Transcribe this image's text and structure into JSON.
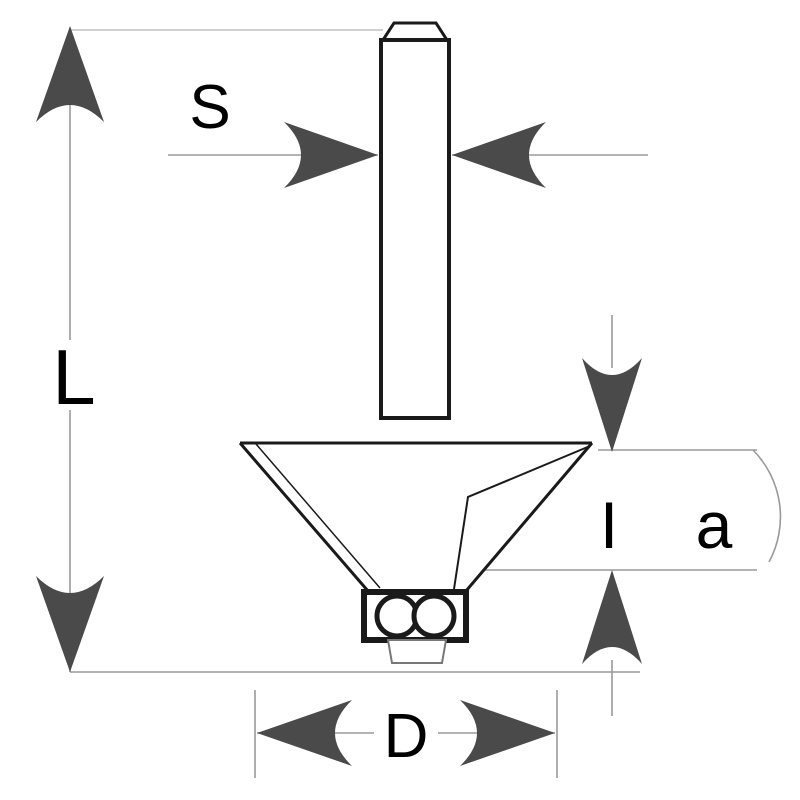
{
  "labels": {
    "shank_diameter": "S",
    "overall_length": "L",
    "cut_depth": "I",
    "angle": "a",
    "cut_diameter": "D"
  },
  "colors": {
    "background": "#ffffff",
    "outline": "#1a1a1a",
    "arrow": "#4a4a4a",
    "dimension_line": "#9a9a9a",
    "label_text": "#000000"
  }
}
